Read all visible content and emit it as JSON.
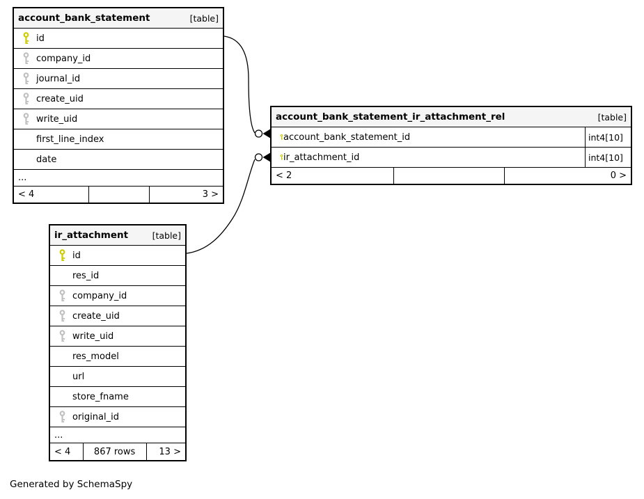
{
  "generated_by": "Generated by SchemaSpy",
  "colors": {
    "primary_key": "#cccc00",
    "foreign_key": "#c0c0c0",
    "header_bg": "#f5f5f5",
    "border": "#000000"
  },
  "tables": [
    {
      "title": "account_bank_statement",
      "badge": "[table]",
      "columns": [
        {
          "name": "id",
          "key": "primary"
        },
        {
          "name": "company_id",
          "key": "foreign"
        },
        {
          "name": "journal_id",
          "key": "foreign"
        },
        {
          "name": "create_uid",
          "key": "foreign"
        },
        {
          "name": "write_uid",
          "key": "foreign"
        },
        {
          "name": "first_line_index",
          "key": "none"
        },
        {
          "name": "date",
          "key": "none"
        }
      ],
      "ellipsis": "...",
      "footer": {
        "left": "< 4",
        "center": "",
        "right": "3 >"
      }
    },
    {
      "title": "account_bank_statement_ir_attachment_rel",
      "badge": "[table]",
      "columns": [
        {
          "name": "account_bank_statement_id",
          "key": "primary",
          "type": "int4[10]"
        },
        {
          "name": "ir_attachment_id",
          "key": "primary",
          "type": "int4[10]"
        }
      ],
      "footer": {
        "left": "< 2",
        "center": "",
        "right": "0 >"
      }
    },
    {
      "title": "ir_attachment",
      "badge": "[table]",
      "columns": [
        {
          "name": "id",
          "key": "primary"
        },
        {
          "name": "res_id",
          "key": "none"
        },
        {
          "name": "company_id",
          "key": "foreign"
        },
        {
          "name": "create_uid",
          "key": "foreign"
        },
        {
          "name": "write_uid",
          "key": "foreign"
        },
        {
          "name": "res_model",
          "key": "none"
        },
        {
          "name": "url",
          "key": "none"
        },
        {
          "name": "store_fname",
          "key": "none"
        },
        {
          "name": "original_id",
          "key": "foreign"
        }
      ],
      "ellipsis": "...",
      "footer": {
        "left": "< 4",
        "center": "867 rows",
        "right": "13 >"
      }
    }
  ],
  "relationships": [
    {
      "from": "account_bank_statement.id",
      "to": "account_bank_statement_ir_attachment_rel.account_bank_statement_id"
    },
    {
      "from": "ir_attachment.id",
      "to": "account_bank_statement_ir_attachment_rel.ir_attachment_id"
    }
  ]
}
